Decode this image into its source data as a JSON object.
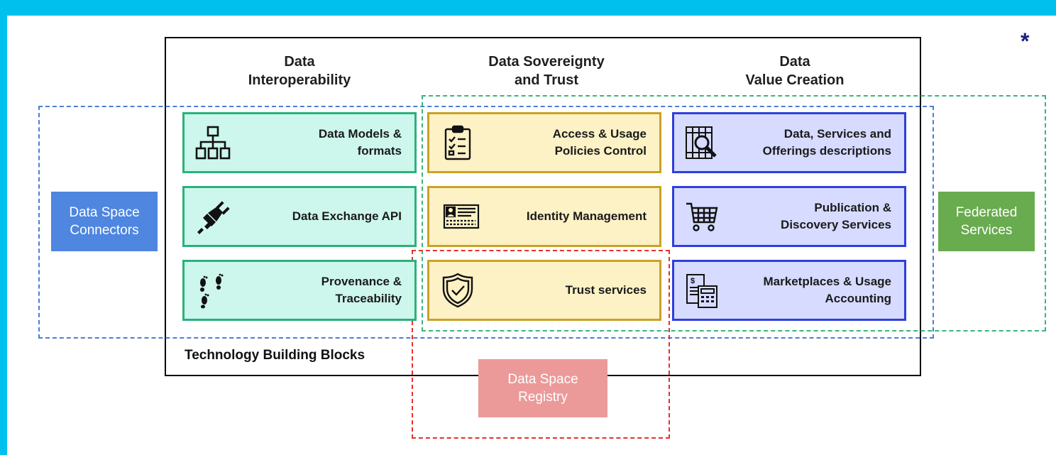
{
  "colors": {
    "frame": "#00c0ee",
    "green_fill": "#cdf7ec",
    "green_border": "#2bb17a",
    "yellow_fill": "#fdf1c6",
    "yellow_border": "#c9a226",
    "blue_fill": "#d6dbff",
    "blue_border": "#2f3fdc",
    "connectors": "#4e86e0",
    "federated": "#69ab4f",
    "registry": "#eb9a99",
    "blue_dash": "#4a7fd6",
    "green_dash": "#3ab57c",
    "red_dash": "#e8302b"
  },
  "marker": "*",
  "columns": [
    {
      "title": "Data\nInteroperability"
    },
    {
      "title": "Data Sovereignty\nand Trust"
    },
    {
      "title": "Data\nValue Creation"
    }
  ],
  "blocks": {
    "data_models": {
      "label": "Data Models &\nformats",
      "icon": "hierarchy-icon"
    },
    "data_exchange": {
      "label": "Data Exchange API",
      "icon": "plug-icon"
    },
    "provenance": {
      "label": "Provenance &\nTraceability",
      "icon": "footprints-icon"
    },
    "access_usage": {
      "label": "Access & Usage\nPolicies Control",
      "icon": "clipboard-checklist-icon"
    },
    "identity": {
      "label": "Identity Management",
      "icon": "id-card-icon"
    },
    "trust": {
      "label": "Trust services",
      "icon": "shield-check-icon"
    },
    "offerings": {
      "label": "Data, Services and\nOfferings descriptions",
      "icon": "books-magnifier-icon"
    },
    "publication": {
      "label": "Publication &\nDiscovery Services",
      "icon": "shopping-cart-icon"
    },
    "marketplaces": {
      "label": "Marketplaces & Usage\nAccounting",
      "icon": "calculator-invoice-icon"
    }
  },
  "side_labels": {
    "connectors": "Data Space\nConnectors",
    "federated": "Federated\nServices",
    "registry": "Data Space\nRegistry"
  },
  "footer": "Technology Building Blocks"
}
